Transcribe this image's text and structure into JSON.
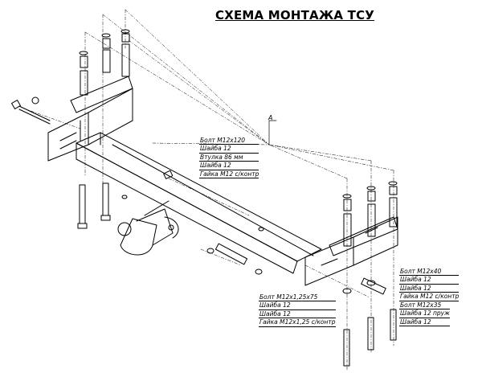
{
  "title": "СХЕМА МОНТАЖА ТСУ",
  "reference_mark": "А",
  "callouts": {
    "center": [
      "Болт М12х120",
      "Шайба 12",
      "Втулка 86 мм",
      "Шайба 12",
      "Гайка М12 с/контр"
    ],
    "bottom_left": [
      "Болт М12х1,25х75",
      "Шайба 12",
      "Шайба 12",
      "Гайка М12х1,25 с/контр"
    ],
    "right_upper": [
      "Болт М12х40",
      "Шайба 12",
      "Шайба 12",
      "Гайка М12 с/контр"
    ],
    "right_lower": [
      "Болт М12х35",
      "Шайба 12 пруж",
      "Шайба 12"
    ]
  }
}
